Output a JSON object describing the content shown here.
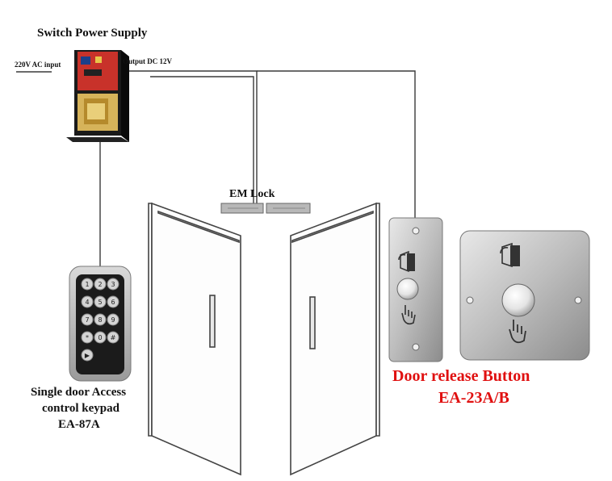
{
  "labels": {
    "power_supply": "Switch Power Supply",
    "ac_input": "220V AC input",
    "dc_output": "Output DC 12V",
    "em_lock": "EM Lock",
    "keypad_line1": "Single door Access",
    "keypad_line2": "control keypad",
    "keypad_model": "EA-87A",
    "button_line1": "Door release Button",
    "button_model": "EA-23A/B"
  },
  "keypad_keys": [
    "1",
    "2",
    "3",
    "4",
    "5",
    "6",
    "7",
    "8",
    "9",
    "*",
    "0",
    "#",
    "▶"
  ],
  "colors": {
    "accent_text": "#e01010",
    "wire": "#333333",
    "psu_board": "#c8322a",
    "steel": "#c8c8c8"
  }
}
